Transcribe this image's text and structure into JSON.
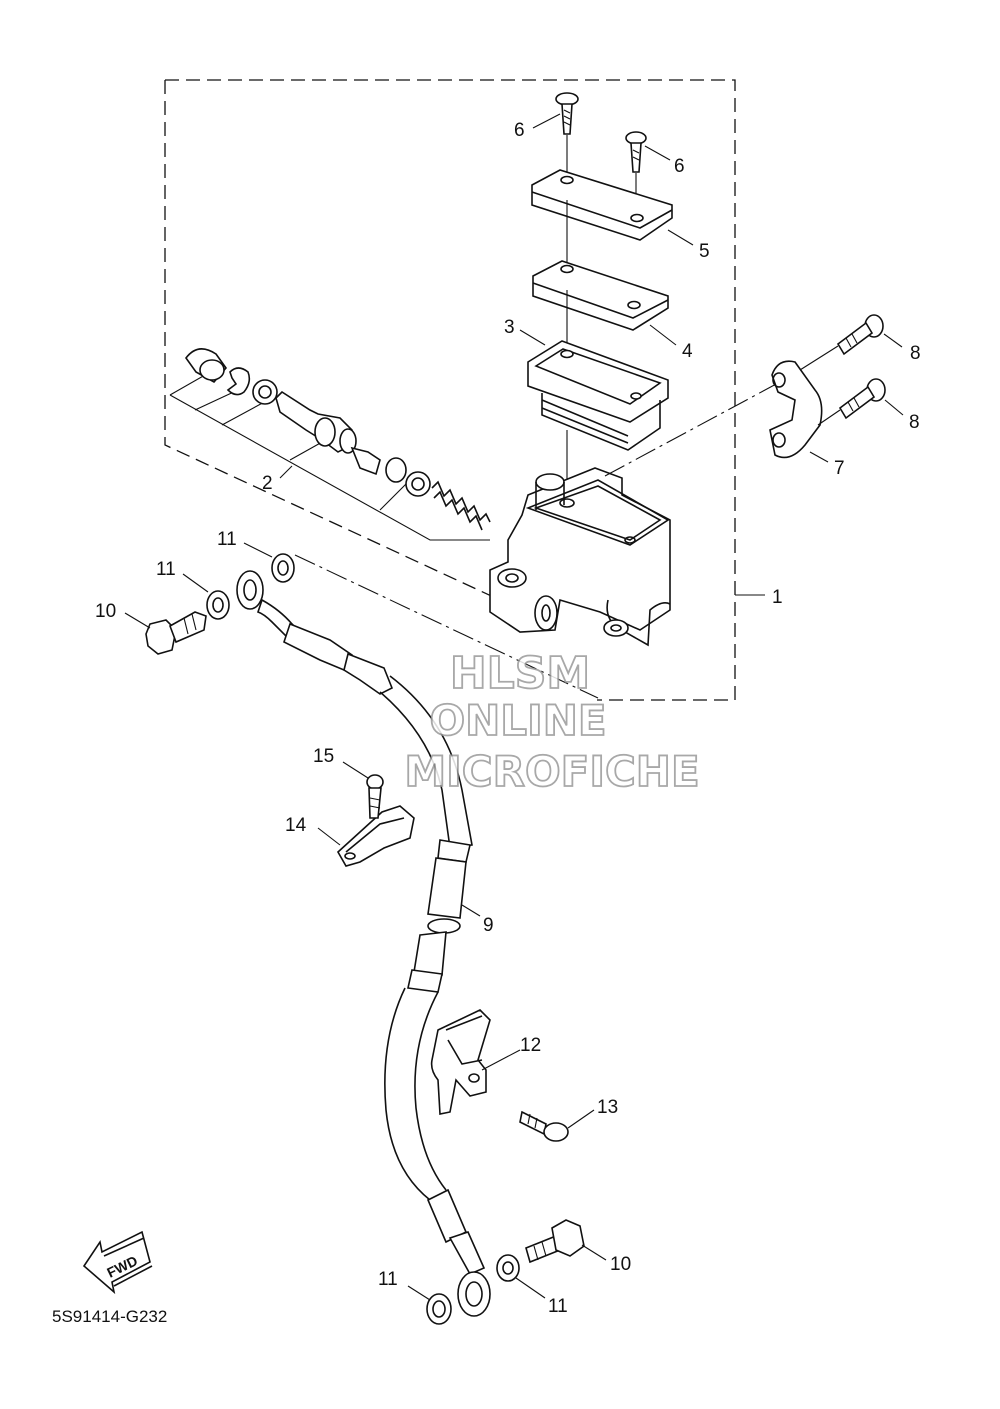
{
  "diagram": {
    "callouts": [
      "1",
      "2",
      "3",
      "4",
      "5",
      "6",
      "6",
      "7",
      "8",
      "8",
      "9",
      "10",
      "10",
      "11",
      "11",
      "11",
      "11",
      "12",
      "13",
      "14",
      "15"
    ],
    "part_code": "5S91414-G232",
    "fwd_label": "FWD",
    "watermark": [
      "HLSM",
      "ONLINE",
      "MICROFICHE"
    ]
  }
}
